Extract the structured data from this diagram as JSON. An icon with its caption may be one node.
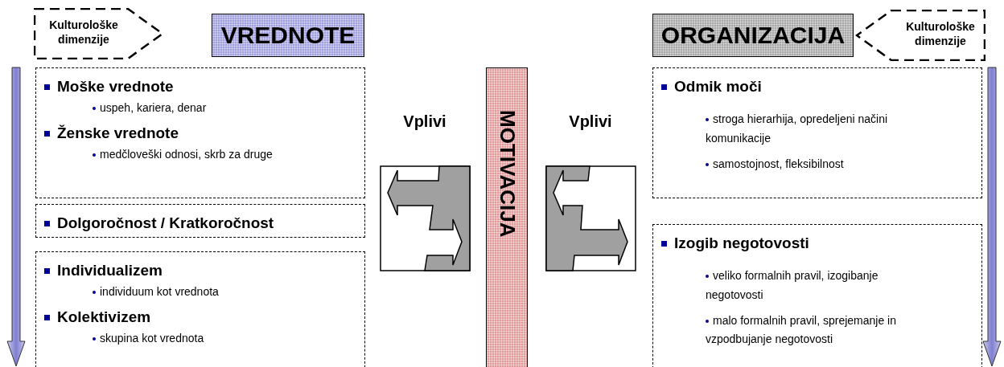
{
  "diagram": {
    "nodes": [
      {
        "text": [
          "Kulturološke dimenzije"
        ]
      },
      {
        "text": [
          "VREDNOTE"
        ]
      },
      {
        "text": [
          "ORGANIZACIJA"
        ]
      },
      {
        "text": [
          "Kulturološke dimenzije"
        ]
      },
      {
        "text": [
          "Moške vrednote",
          "uspeh, kariera, denar",
          "Ženske vrednote",
          "medčloveški odnosi, skrb za druge"
        ]
      },
      {
        "text": [
          "Dolgoročnost / Kratkoročnost"
        ]
      },
      {
        "text": [
          "Individualizem",
          "individuum kot vrednota",
          "Kolektivizem",
          "skupina kot vrednota"
        ]
      },
      {
        "text": [
          "Vplivi"
        ]
      },
      {
        "text": [
          "MOTIVACIJA"
        ]
      },
      {
        "text": [
          "Vplivi"
        ]
      },
      {
        "text": [
          "Odmik moči",
          "stroga hierarhija, opredeljeni načini komunikacije",
          "samostojnost, fleksibilnost"
        ]
      },
      {
        "text": [
          "Izogib negotovosti",
          "veliko formalnih pravil, izogibanje negotovosti",
          "malo formalnih pravil, sprejemanje in vzpodbujanje negotovosti"
        ]
      }
    ]
  }
}
